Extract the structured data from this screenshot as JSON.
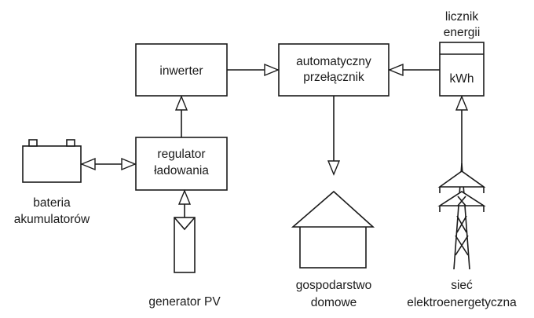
{
  "nodes": {
    "inwerter": "inwerter",
    "switch_line1": "automatyczny",
    "switch_line2": "przełącznik",
    "meter_title_line1": "licznik",
    "meter_title_line2": "energii",
    "meter_unit": "kWh",
    "regulator_line1": "regulator",
    "regulator_line2": "ładowania",
    "battery_line1": "bateria",
    "battery_line2": "akumulatorów",
    "household_line1": "gospodarstwo",
    "household_line2": "domowe",
    "grid_line1": "sieć",
    "grid_line2": "elektroenergetyczna",
    "pv_label": "generator PV"
  }
}
